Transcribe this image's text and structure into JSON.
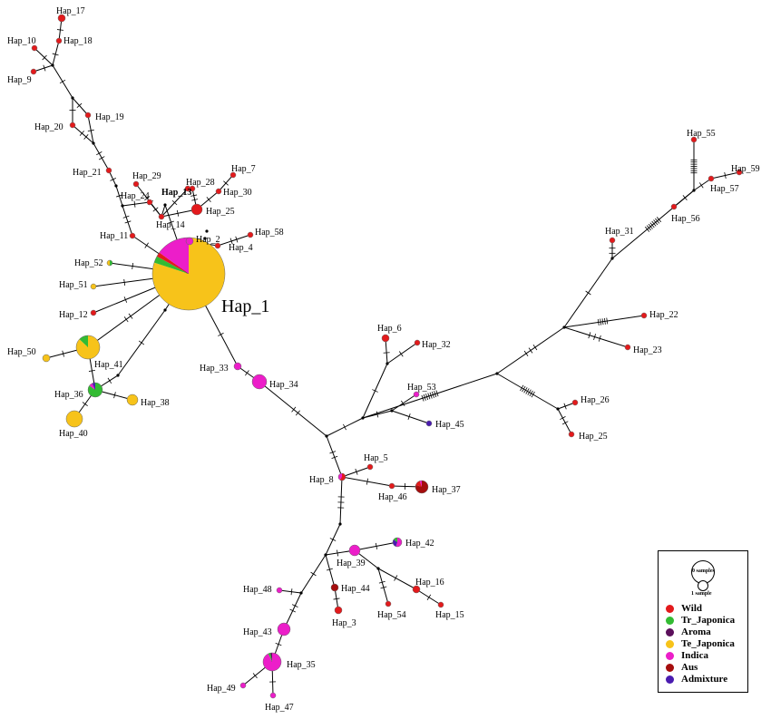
{
  "colors": {
    "Wild": "#e31a1c",
    "Tr_Japonica": "#33bb33",
    "Aroma": "#5b0f5b",
    "Te_Japonica": "#f7c31a",
    "Indica": "#ec1ec9",
    "Aus": "#a50d0d",
    "Admixture": "#4a1bb0"
  },
  "legend": {
    "size_large": "0 samples",
    "size_small": "1 sample",
    "items": [
      {
        "label": "Wild",
        "color": "#e31a1c"
      },
      {
        "label": "Tr_Japonica",
        "color": "#33bb33"
      },
      {
        "label": "Aroma",
        "color": "#5b0f5b"
      },
      {
        "label": "Te_Japonica",
        "color": "#f7c31a"
      },
      {
        "label": "Indica",
        "color": "#ec1ec9"
      },
      {
        "label": "Aus",
        "color": "#a50d0d"
      },
      {
        "label": "Admixture",
        "color": "#4a1bb0"
      }
    ]
  },
  "haplotypes": [
    {
      "id": "Hap_1",
      "samples": 160,
      "big": true,
      "composition": [
        [
          "Te_Japonica",
          0.8
        ],
        [
          "Tr_Japonica",
          0.03
        ],
        [
          "Wild",
          0.02
        ],
        [
          "Indica",
          0.15
        ]
      ]
    },
    {
      "id": "Hap_2",
      "samples": 1,
      "composition": [
        [
          "Indica",
          1
        ]
      ]
    },
    {
      "id": "Hap_3",
      "samples": 1,
      "composition": [
        [
          "Wild",
          1
        ]
      ]
    },
    {
      "id": "Hap_4",
      "samples": 1,
      "composition": [
        [
          "Wild",
          1
        ]
      ]
    },
    {
      "id": "Hap_5",
      "samples": 1,
      "composition": [
        [
          "Wild",
          1
        ]
      ]
    },
    {
      "id": "Hap_6",
      "samples": 1,
      "composition": [
        [
          "Wild",
          1
        ]
      ]
    },
    {
      "id": "Hap_7",
      "samples": 1,
      "composition": [
        [
          "Wild",
          1
        ]
      ]
    },
    {
      "id": "Hap_8",
      "samples": 1,
      "composition": [
        [
          "Wild",
          0.6
        ],
        [
          "Indica",
          0.4
        ]
      ]
    },
    {
      "id": "Hap_9",
      "samples": 1,
      "composition": [
        [
          "Wild",
          1
        ]
      ]
    },
    {
      "id": "Hap_10",
      "samples": 1,
      "composition": [
        [
          "Wild",
          1
        ]
      ]
    },
    {
      "id": "Hap_11",
      "samples": 1,
      "composition": [
        [
          "Wild",
          1
        ]
      ]
    },
    {
      "id": "Hap_12",
      "samples": 1,
      "composition": [
        [
          "Wild",
          1
        ]
      ]
    },
    {
      "id": "Hap_13",
      "samples": 1,
      "composition": [
        [
          "Wild",
          1
        ]
      ]
    },
    {
      "id": "Hap_14",
      "samples": 1,
      "composition": [
        [
          "Wild",
          1
        ]
      ]
    },
    {
      "id": "Hap_15",
      "samples": 1,
      "composition": [
        [
          "Wild",
          1
        ]
      ]
    },
    {
      "id": "Hap_16",
      "samples": 2,
      "composition": [
        [
          "Wild",
          1
        ]
      ]
    },
    {
      "id": "Hap_17",
      "samples": 2,
      "composition": [
        [
          "Wild",
          1
        ]
      ]
    },
    {
      "id": "Hap_18",
      "samples": 1,
      "composition": [
        [
          "Wild",
          1
        ]
      ]
    },
    {
      "id": "Hap_19",
      "samples": 1,
      "composition": [
        [
          "Wild",
          1
        ]
      ]
    },
    {
      "id": "Hap_20",
      "samples": 1,
      "composition": [
        [
          "Wild",
          1
        ]
      ]
    },
    {
      "id": "Hap_21",
      "samples": 1,
      "composition": [
        [
          "Wild",
          1
        ]
      ]
    },
    {
      "id": "Hap_22",
      "samples": 1,
      "composition": [
        [
          "Wild",
          1
        ]
      ]
    },
    {
      "id": "Hap_23",
      "samples": 1,
      "composition": [
        [
          "Wild",
          1
        ]
      ]
    },
    {
      "id": "Hap_24",
      "samples": 1,
      "composition": [
        [
          "Wild",
          1
        ]
      ]
    },
    {
      "id": "Hap_25",
      "samples": 1,
      "composition": [
        [
          "Wild",
          1
        ]
      ]
    },
    {
      "id": "Hap_25",
      "samples": 5,
      "composition": [
        [
          "Wild",
          1
        ]
      ]
    },
    {
      "id": "Hap_26",
      "samples": 1,
      "composition": [
        [
          "Wild",
          1
        ]
      ]
    },
    {
      "id": "Hap_28",
      "samples": 1,
      "composition": [
        [
          "Wild",
          1
        ]
      ]
    },
    {
      "id": "Hap_29",
      "samples": 1,
      "composition": [
        [
          "Wild",
          1
        ]
      ]
    },
    {
      "id": "Hap_30",
      "samples": 1,
      "composition": [
        [
          "Wild",
          1
        ]
      ]
    },
    {
      "id": "Hap_31",
      "samples": 1,
      "composition": [
        [
          "Wild",
          1
        ]
      ]
    },
    {
      "id": "Hap_32",
      "samples": 1,
      "composition": [
        [
          "Wild",
          1
        ]
      ]
    },
    {
      "id": "Hap_33",
      "samples": 2,
      "composition": [
        [
          "Indica",
          1
        ]
      ]
    },
    {
      "id": "Hap_34",
      "samples": 9,
      "composition": [
        [
          "Indica",
          1
        ]
      ]
    },
    {
      "id": "Hap_35",
      "samples": 12,
      "composition": [
        [
          "Indica",
          0.93
        ],
        [
          "Tr_Japonica",
          0.04
        ],
        [
          "Aroma",
          0.03
        ]
      ]
    },
    {
      "id": "Hap_36",
      "samples": 9,
      "composition": [
        [
          "Tr_Japonica",
          0.85
        ],
        [
          "Indica",
          0.08
        ],
        [
          "Admixture",
          0.07
        ]
      ]
    },
    {
      "id": "Hap_37",
      "samples": 5,
      "composition": [
        [
          "Aus",
          0.8
        ],
        [
          "Wild",
          0.15
        ],
        [
          "Indica",
          0.05
        ]
      ]
    },
    {
      "id": "Hap_38",
      "samples": 4,
      "composition": [
        [
          "Te_Japonica",
          1
        ]
      ]
    },
    {
      "id": "Hap_39",
      "samples": 6,
      "composition": [
        [
          "Indica",
          1
        ]
      ]
    },
    {
      "id": "Hap_40",
      "samples": 10,
      "composition": [
        [
          "Te_Japonica",
          1
        ]
      ]
    },
    {
      "id": "Hap_41",
      "samples": 16,
      "composition": [
        [
          "Te_Japonica",
          0.87
        ],
        [
          "Tr_Japonica",
          0.13
        ]
      ]
    },
    {
      "id": "Hap_42",
      "samples": 3,
      "composition": [
        [
          "Indica",
          0.55
        ],
        [
          "Admixture",
          0.3
        ],
        [
          "Tr_Japonica",
          0.15
        ]
      ]
    },
    {
      "id": "Hap_43",
      "samples": 5,
      "composition": [
        [
          "Indica",
          1
        ]
      ]
    },
    {
      "id": "Hap_44",
      "samples": 2,
      "composition": [
        [
          "Aus",
          1
        ]
      ]
    },
    {
      "id": "Hap_45",
      "samples": 1,
      "composition": [
        [
          "Admixture",
          1
        ]
      ]
    },
    {
      "id": "Hap_46",
      "samples": 1,
      "composition": [
        [
          "Wild",
          1
        ]
      ]
    },
    {
      "id": "Hap_47",
      "samples": 1,
      "composition": [
        [
          "Indica",
          1
        ]
      ]
    },
    {
      "id": "Hap_48",
      "samples": 1,
      "composition": [
        [
          "Indica",
          1
        ]
      ]
    },
    {
      "id": "Hap_49",
      "samples": 1,
      "composition": [
        [
          "Indica",
          1
        ]
      ]
    },
    {
      "id": "Hap_50",
      "samples": 2,
      "composition": [
        [
          "Te_Japonica",
          1
        ]
      ]
    },
    {
      "id": "Hap_51",
      "samples": 1,
      "composition": [
        [
          "Te_Japonica",
          1
        ]
      ]
    },
    {
      "id": "Hap_52",
      "samples": 1,
      "composition": [
        [
          "Tr_Japonica",
          0.5
        ],
        [
          "Te_Japonica",
          0.5
        ]
      ]
    },
    {
      "id": "Hap_53",
      "samples": 1,
      "composition": [
        [
          "Indica",
          1
        ]
      ]
    },
    {
      "id": "Hap_54",
      "samples": 1,
      "composition": [
        [
          "Wild",
          1
        ]
      ]
    },
    {
      "id": "Hap_55",
      "samples": 1,
      "composition": [
        [
          "Wild",
          1
        ]
      ]
    },
    {
      "id": "Hap_56",
      "samples": 1,
      "composition": [
        [
          "Wild",
          1
        ]
      ]
    },
    {
      "id": "Hap_57",
      "samples": 1,
      "composition": [
        [
          "Wild",
          1
        ]
      ]
    },
    {
      "id": "Hap_58",
      "samples": 1,
      "composition": [
        [
          "Wild",
          1
        ]
      ]
    },
    {
      "id": "Hap_59",
      "samples": 1,
      "composition": [
        [
          "Wild",
          1
        ]
      ]
    }
  ]
}
